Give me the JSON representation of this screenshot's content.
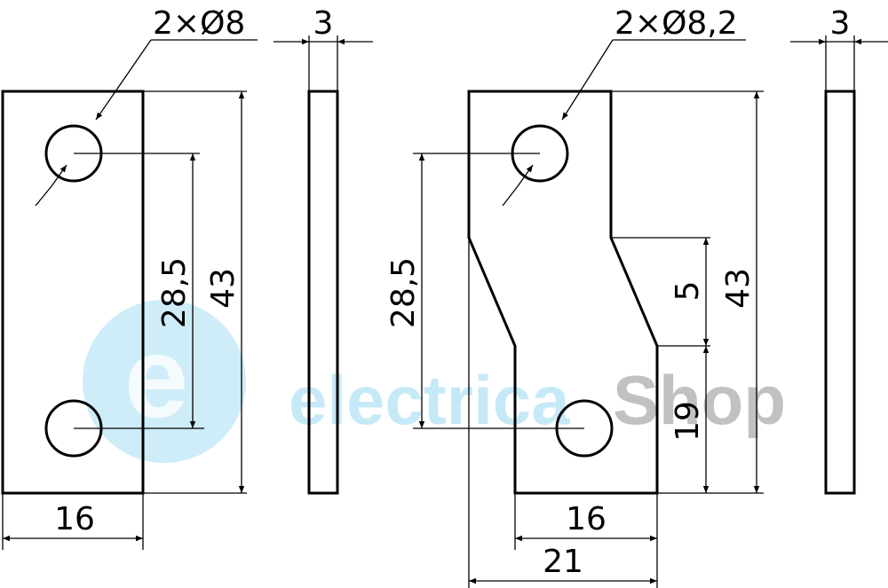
{
  "watermark": {
    "part1": "electrica",
    "part2": "Shop",
    "logo_letter": "e",
    "color_blue": "#5ec3ea",
    "color_gray": "#777777"
  },
  "left_part": {
    "hole_label": "2×Ø8",
    "hole_spacing": "28,5",
    "height": "43",
    "width": "16",
    "thickness": "3"
  },
  "right_part": {
    "hole_label": "2×Ø8,2",
    "hole_spacing": "28,5",
    "offset_height": "5",
    "lower_height": "19",
    "height": "43",
    "width_bottom": "16",
    "width_total": "21",
    "thickness": "3"
  }
}
